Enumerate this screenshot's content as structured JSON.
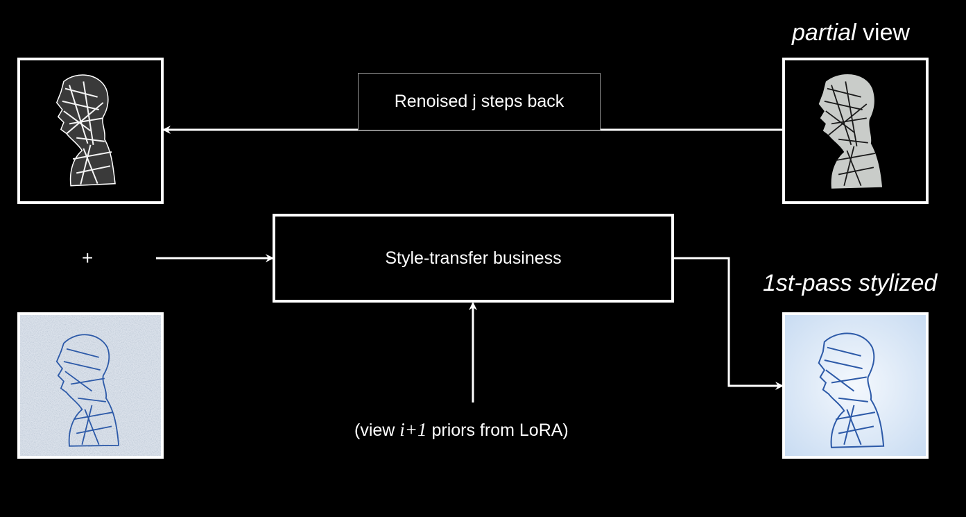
{
  "labels": {
    "partial_view_em": "partial",
    "partial_view_rest": " view",
    "first_pass": "1st-pass stylized",
    "plus": "+",
    "renoise": "Renoised j steps back",
    "style_transfer": "Style-transfer business",
    "priors_pre": "(view ",
    "priors_var": "i+1",
    "priors_post": " priors from LoRA)"
  },
  "colors": {
    "background": "#000000",
    "line": "#ffffff",
    "renoise_box_border": "#9a9a9a",
    "sketch_white": "#f2f2f2",
    "sketch_blue": "#2d5aa8",
    "noise_bg": "#b9c4d2",
    "stylized_bg": "#dce9f8"
  }
}
